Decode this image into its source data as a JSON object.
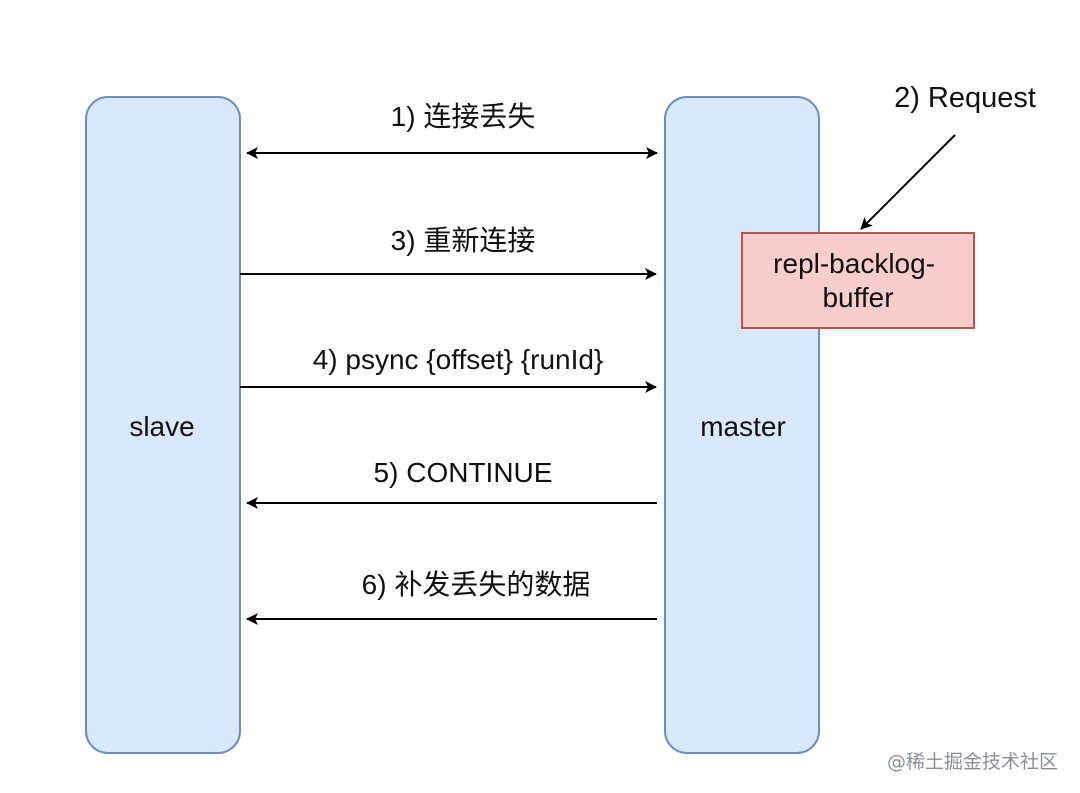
{
  "colors": {
    "lane_fill": "#dae8fc",
    "lane_stroke": "#6c8ebf",
    "buffer_fill": "#f8cecc",
    "buffer_stroke": "#b85450",
    "arrow": "#000000"
  },
  "lanes": {
    "slave": {
      "label": "slave"
    },
    "master": {
      "label": "master"
    }
  },
  "messages": [
    {
      "label": "1) 连接丢失",
      "direction": "both"
    },
    {
      "label": "3) 重新连接",
      "direction": "right"
    },
    {
      "label": "4) psync {offset} {runId}",
      "direction": "right"
    },
    {
      "label": "5) CONTINUE",
      "direction": "left"
    },
    {
      "label": "6) 补发丢失的数据",
      "direction": "left"
    }
  ],
  "buffer": {
    "line1": "repl-backlog-",
    "line2": "buffer"
  },
  "request": {
    "label": "2) Request"
  },
  "watermark": "@稀土掘金技术社区"
}
